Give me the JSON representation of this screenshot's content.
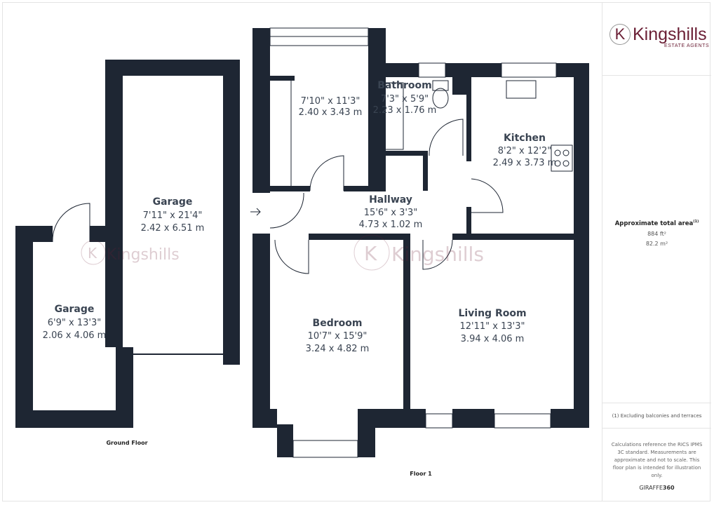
{
  "brand": {
    "name": "Kingshills",
    "tagline": "ESTATE AGENTS",
    "initial": "K",
    "color": "#6b1f35"
  },
  "wall_color": "#1e2633",
  "rooms": {
    "garage_large": {
      "name": "Garage",
      "imperial": "7'11\" x 21'4\"",
      "metric": "2.42 x 6.51 m"
    },
    "garage_small": {
      "name": "Garage",
      "imperial": "6'9\" x 13'3\"",
      "metric": "2.06 x 4.06 m"
    },
    "room_unnamed": {
      "imperial": "7'10\" x 11'3\"",
      "metric": "2.40 x 3.43 m"
    },
    "bathroom": {
      "name": "Bathroom",
      "imperial": "7'3\" x 5'9\"",
      "metric": "2.23 x 1.76 m"
    },
    "kitchen": {
      "name": "Kitchen",
      "imperial": "8'2\" x 12'2\"",
      "metric": "2.49 x 3.73 m"
    },
    "hallway": {
      "name": "Hallway",
      "imperial": "15'6\" x 3'3\"",
      "metric": "4.73 x 1.02 m"
    },
    "bedroom": {
      "name": "Bedroom",
      "imperial": "10'7\" x 15'9\"",
      "metric": "3.24 x 4.82 m"
    },
    "living_room": {
      "name": "Living Room",
      "imperial": "12'11\" x 13'3\"",
      "metric": "3.94 x 4.06 m"
    }
  },
  "floors": {
    "ground": "Ground Floor",
    "first": "Floor 1"
  },
  "panel": {
    "area_title": "Approximate total area",
    "area_note_marker": "(1)",
    "area_ft": "884 ft²",
    "area_m": "82.2 m²",
    "footnote": "(1) Excluding balconies and terraces",
    "calc_note": "Calculations reference the RICS IPMS 3C standard. Measurements are approximate and not to scale. This floor plan is intended for illustration only.",
    "credit_a": "GIRAFFE",
    "credit_b": "360"
  }
}
